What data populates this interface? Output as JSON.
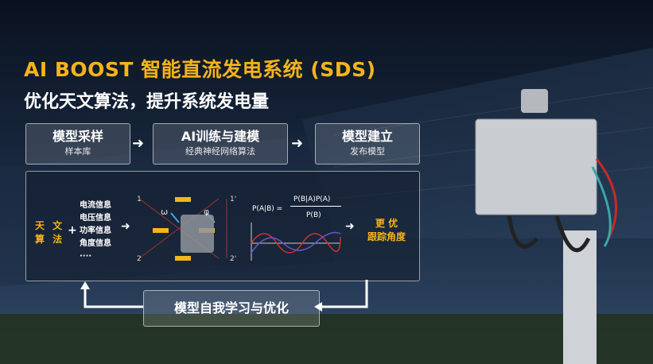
{
  "title": "AI BOOST  智能直流发电系统 (SDS)",
  "subtitle": "优化天文算法，提升系统发电量",
  "steps": [
    {
      "main": "模型采样",
      "sub": "样本库"
    },
    {
      "main": "AI训练与建模",
      "sub": "经典神经网络算法"
    },
    {
      "main": "模型建立",
      "sub": "发布模型"
    }
  ],
  "panel": {
    "astro_line1": "天 文",
    "astro_line2": "算 法",
    "plus": "+",
    "info": [
      "电流信息",
      "电压信息",
      "功率信息",
      "角度信息",
      "····"
    ],
    "symbols": {
      "omega": "ω",
      "phi": "φ",
      "n1": "1",
      "n2": "2",
      "n1p": "1'",
      "n2p": "2'"
    },
    "formula_left": "P(A|B) =",
    "formula_num": "P(B|A)P(A)",
    "formula_den": "P(B)",
    "output_line1": "更 优",
    "output_line2": "跟踪角度"
  },
  "feedback": "模型自我学习与优化",
  "colors": {
    "accent": "#f5b41a",
    "wave_red": "#d0322b",
    "wave_purple": "#6a55c8"
  }
}
